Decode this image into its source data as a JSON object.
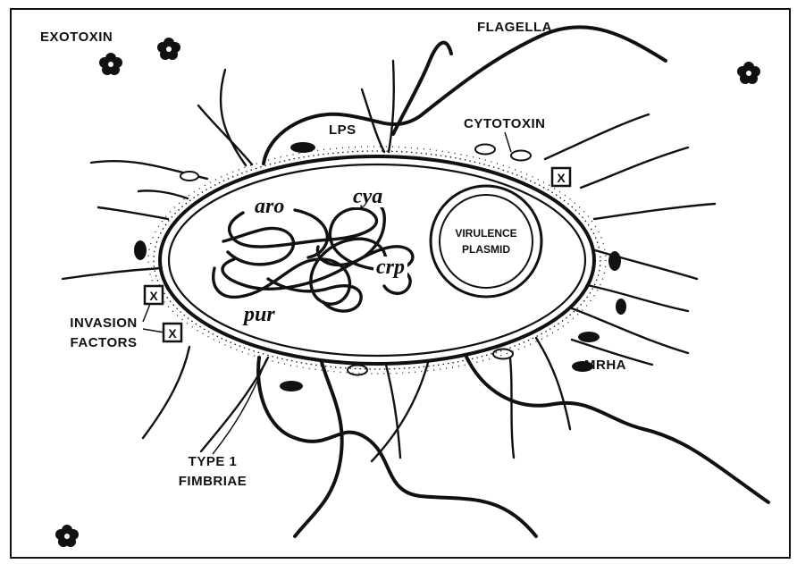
{
  "labels": {
    "exotoxin": "EXOTOXIN",
    "flagella": "FLAGELLA",
    "lps": "LPS",
    "cytotoxin": "CYTOTOXIN",
    "virulence_plasmid_line1": "VIRULENCE",
    "virulence_plasmid_line2": "PLASMID",
    "invasion_factors_line1": "INVASION",
    "invasion_factors_line2": "FACTORS",
    "mrha": "MRHA",
    "type1_fimbriae_line1": "TYPE 1",
    "type1_fimbriae_line2": "FIMBRIAE"
  },
  "genes": {
    "aro": "aro",
    "cya": "cya",
    "crp": "crp",
    "pur": "pur"
  },
  "markers": {
    "x_symbol": "X"
  },
  "colors": {
    "ink": "#111111",
    "background": "#ffffff"
  }
}
